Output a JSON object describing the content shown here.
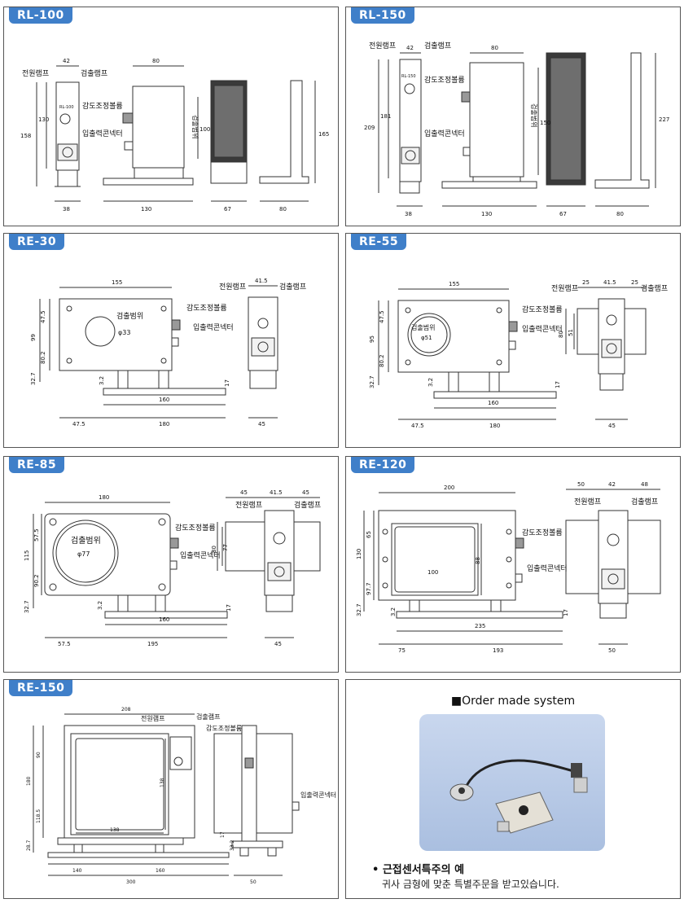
{
  "panels": {
    "rl100": {
      "tag": "RL-100",
      "labels": {
        "power_lamp": "전원램프",
        "detect_lamp": "검출램프",
        "sens_knob": "감도조정볼륨",
        "io_connector": "입출력콘넥터",
        "detect_range": "검출범위",
        "model": "RL-100"
      },
      "dims": {
        "top_left": "42",
        "top_mid": "80",
        "left_total": "158",
        "left_inner": "130",
        "range": "100",
        "right_height": "165",
        "bottom_a": "38",
        "bottom_b": "130",
        "bottom_c": "67",
        "bottom_d": "80"
      }
    },
    "rl150": {
      "tag": "RL-150",
      "labels": {
        "power_lamp": "전원램프",
        "detect_lamp": "검출램프",
        "sens_knob": "감도조정볼륨",
        "io_connector": "입출력콘넥터",
        "detect_range": "검출범위",
        "model": "RL-150"
      },
      "dims": {
        "top_left": "42",
        "top_mid": "80",
        "left_total": "209",
        "left_inner": "181",
        "range": "150",
        "right_height": "227",
        "bottom_a": "38",
        "bottom_b": "130",
        "bottom_c": "67",
        "bottom_d": "80"
      }
    },
    "re30": {
      "tag": "RE-30",
      "labels": {
        "power_lamp": "전원램프",
        "detect_lamp": "검출램프",
        "sens_knob": "감도조정볼륨",
        "io_connector": "입출력콘넥터",
        "detect_range": "검출범위",
        "diameter": "φ33"
      },
      "dims": {
        "width": "155",
        "side_width": "41.5",
        "h1": "47.5",
        "h_total": "99",
        "h2": "80.2",
        "h3": "32.7",
        "gap": "3.2",
        "base_h": "17",
        "base_w": "160",
        "bottom_l": "47.5",
        "bottom_r": "180",
        "side_bottom": "45"
      }
    },
    "re55": {
      "tag": "RE-55",
      "labels": {
        "power_lamp": "전원램프",
        "detect_lamp": "검출램프",
        "sens_knob": "감도조정볼륨",
        "io_connector": "입출력콘넥터",
        "detect_range": "검출범위",
        "diameter": "φ51"
      },
      "dims": {
        "width": "155",
        "side_l": "25",
        "side_width": "41.5",
        "side_r": "25",
        "h1": "47.5",
        "h_total": "95",
        "h2": "80.2",
        "h3": "32.7",
        "gap": "3.2",
        "base_h": "17",
        "side_h1": "80",
        "side_h2": "51",
        "base_w": "160",
        "bottom_l": "47.5",
        "bottom_r": "180",
        "side_bottom": "45"
      }
    },
    "re85": {
      "tag": "RE-85",
      "labels": {
        "power_lamp": "전원램프",
        "detect_lamp": "검출램프",
        "sens_knob": "감도조정볼륨",
        "io_connector": "입출력콘넥터",
        "detect_range": "검출범위",
        "diameter": "φ77"
      },
      "dims": {
        "width": "180",
        "side_l": "45",
        "side_width": "41.5",
        "side_r": "45",
        "h1": "57.5",
        "h_total": "115",
        "h2": "90.2",
        "h3": "32.7",
        "gap": "3.2",
        "base_h": "17",
        "side_h1": "80",
        "side_h2": "77",
        "base_w": "160",
        "bottom_l": "57.5",
        "bottom_r": "195",
        "side_bottom": "45"
      }
    },
    "re120": {
      "tag": "RE-120",
      "labels": {
        "power_lamp": "전원램프",
        "detect_lamp": "검출램프",
        "sens_knob": "감도조정볼륨",
        "io_connector": "입출력콘넥터"
      },
      "dims": {
        "width": "200",
        "side_l": "50",
        "side_width": "42",
        "side_r": "48",
        "h1": "65",
        "h_total": "130",
        "h2": "97.7",
        "h3": "32.7",
        "inner_h": "88",
        "inner_w": "100",
        "gap": "3.2",
        "base_h": "17",
        "base_w": "235",
        "bottom_l": "75",
        "bottom_r": "193",
        "side_bottom": "50"
      }
    },
    "re150": {
      "tag": "RE-150",
      "labels": {
        "power_lamp": "전원램프",
        "detect_lamp": "검출램프",
        "sens_knob": "감도조정볼륨",
        "io_connector": "입출력콘넥터"
      },
      "dims": {
        "width": "208",
        "h1": "90",
        "h_total": "180",
        "h2": "118.5",
        "h3": "28.7",
        "inner_h": "138",
        "inner_w": "138",
        "base_h": "17",
        "gap": "33.2",
        "bottom_l": "140",
        "bottom_m": "160",
        "bottom_total": "300",
        "side_bottom": "50"
      }
    },
    "order": {
      "title": "■Order made system",
      "bullet": "• 근접센서특주의 예",
      "note": "귀사 금형에 맞춘 특별주문을 받고있습니다."
    }
  }
}
